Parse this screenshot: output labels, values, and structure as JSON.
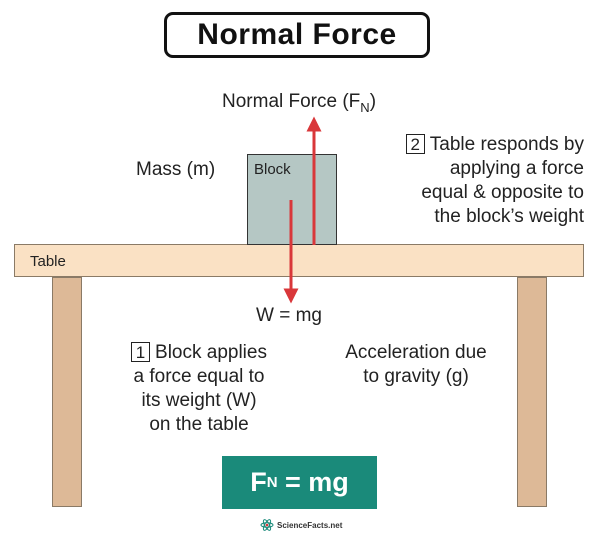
{
  "title": "Normal Force",
  "labels": {
    "normal_force": "Normal Force (F",
    "normal_force_sub": "N",
    "normal_force_close": ")",
    "mass": "Mass (m)",
    "block": "Block",
    "table": "Table",
    "weight": "W = mg",
    "acceleration": [
      "Acceleration due",
      "to gravity (g)"
    ]
  },
  "steps": [
    {
      "number": "2",
      "lines": [
        "Table responds by",
        "applying a force",
        "equal & opposite to",
        "the block’s weight"
      ]
    },
    {
      "number": "1",
      "lines": [
        "Block applies",
        "a force equal to",
        "its weight (W)",
        "on the table"
      ]
    }
  ],
  "formula": {
    "lhs": "F",
    "sub": "N",
    "rhs": " = mg"
  },
  "logo": {
    "text": "ScienceFacts.net"
  },
  "colors": {
    "arrow": "#d9373a",
    "formula_bg": "#1a8a7a",
    "table_top": "#fae1c4",
    "table_leg": "#ddb997",
    "block_fill": "#b5c7c4"
  }
}
